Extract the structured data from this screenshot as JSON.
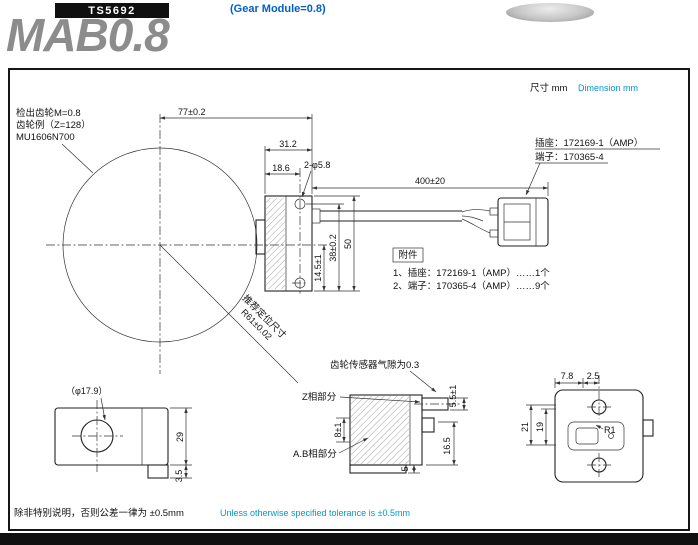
{
  "header": {
    "model_code": "TS5692",
    "title": "MAB0.8",
    "subtitle": "(Gear Module=0.8)"
  },
  "drawing": {
    "units_cn": "尺寸 mm",
    "units_en": "Dimension mm",
    "gear_note": {
      "line1": "检出齿轮M=0.8",
      "line2": "齿轮例（Z=128）",
      "line3": "MU1606N700"
    },
    "connector": {
      "socket": "插座：172169-1（AMP）",
      "terminal": "端子：170365-4"
    },
    "accessories": {
      "title": "附件",
      "item1": "1、插座：172169-1（AMP）……1个",
      "item2": "2、端子：170365-4（AMP）……9个"
    },
    "positioning": {
      "label": "推荐定位尺寸",
      "value": "R61±0.02"
    },
    "air_gap_note": "齿轮传感器气隙为0.3",
    "phase": {
      "z": "Z相部分",
      "ab": "A.B相部分"
    },
    "dims": {
      "width_overall": "77±0.2",
      "body_width": "31.2",
      "hole_offset": "18.6",
      "mount_holes": "2-φ5.8",
      "cable_length": "400±20",
      "body_height": "50",
      "hole_pitch": "38±0.2",
      "center_to_bottom": "14.5±1",
      "hole_dia_side": "（φ17.9）",
      "side_height": "29",
      "side_step": "3.5",
      "z_height": "5.5±1",
      "z_offset": "8±1",
      "ab_height": "16.5",
      "foot": "5",
      "rear_a": "7.8",
      "rear_b": "2.5",
      "rear_h1": "21",
      "rear_h2": "19",
      "rear_r": "R1"
    }
  },
  "footer": {
    "tolerance_cn": "除非特别说明，否则公差一律为 ±0.5mm",
    "tolerance_en": "Unless otherwise specified tolerance is ±0.5mm"
  },
  "colors": {
    "accent_blue": "#0060c8",
    "info_blue": "#0099cc",
    "title_gray": "#8c8c8c",
    "bar_black": "#101010"
  }
}
